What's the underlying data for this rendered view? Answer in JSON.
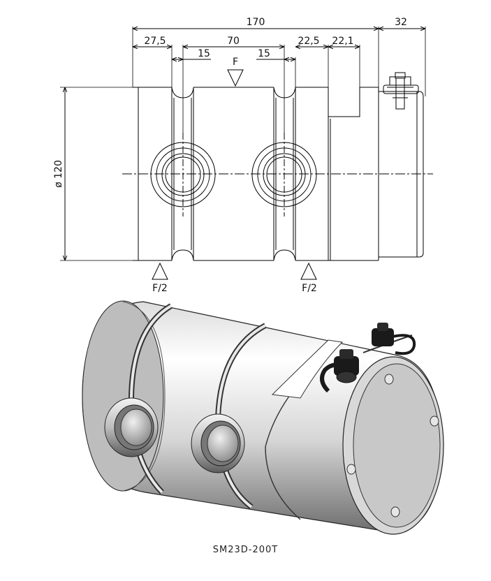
{
  "dimensions": {
    "overall_length": "170",
    "end_cap": "32",
    "left_margin": "27,5",
    "pin_spacing": "70",
    "groove_left": "15",
    "groove_right": "15",
    "seg_a": "22,5",
    "seg_b": "22,1",
    "diameter": "ø 120"
  },
  "loads": {
    "top": "F",
    "bottom_left": "F/2",
    "bottom_right": "F/2"
  },
  "model_label": "SM23D-200T",
  "colors": {
    "line": "#000000",
    "body_light": "#ffffff",
    "body_dark": "#7a7a7a",
    "cap_face": "#c8c8c8",
    "connector": "#1a1a1a"
  }
}
